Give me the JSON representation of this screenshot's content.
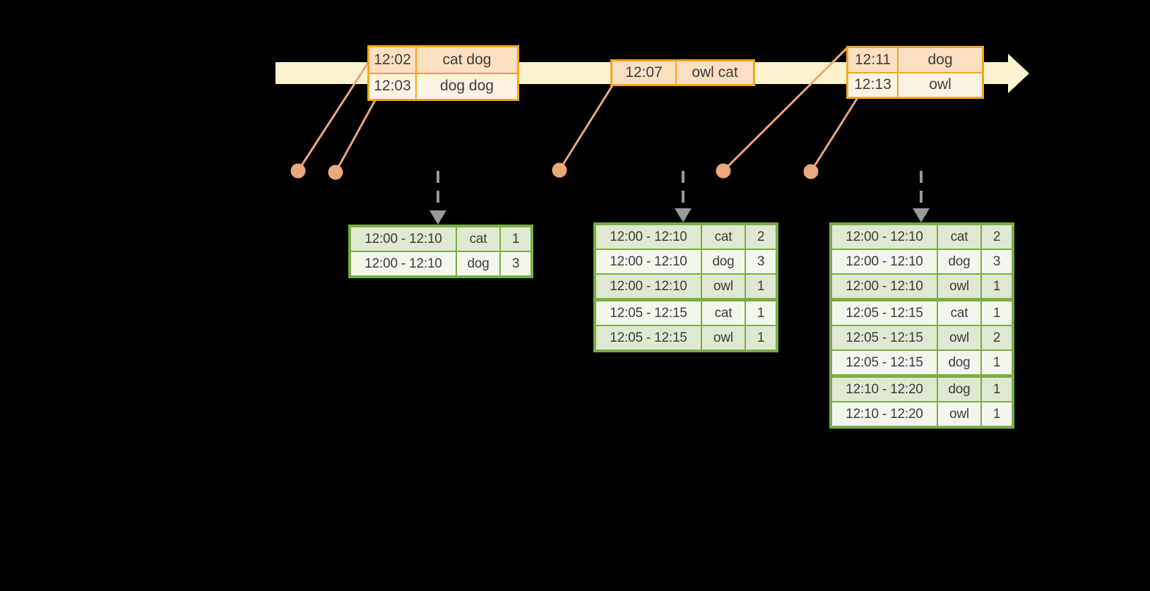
{
  "timeline": {
    "event_groups": [
      {
        "events": [
          {
            "time": "12:02",
            "words": "cat dog"
          },
          {
            "time": "12:03",
            "words": "dog dog"
          }
        ]
      },
      {
        "events": [
          {
            "time": "12:07",
            "words": "owl cat"
          }
        ]
      },
      {
        "events": [
          {
            "time": "12:11",
            "words": "dog"
          },
          {
            "time": "12:13",
            "words": "owl"
          }
        ]
      }
    ]
  },
  "result_tables": [
    {
      "rows": [
        {
          "window": "12:00 - 12:10",
          "word": "cat",
          "count": "1"
        },
        {
          "window": "12:00 - 12:10",
          "word": "dog",
          "count": "3"
        }
      ]
    },
    {
      "rows": [
        {
          "window": "12:00 - 12:10",
          "word": "cat",
          "count": "2"
        },
        {
          "window": "12:00 - 12:10",
          "word": "dog",
          "count": "3"
        },
        {
          "window": "12:00 - 12:10",
          "word": "owl",
          "count": "1"
        },
        {
          "window": "12:05 - 12:15",
          "word": "cat",
          "count": "1"
        },
        {
          "window": "12:05 - 12:15",
          "word": "owl",
          "count": "1"
        }
      ]
    },
    {
      "rows": [
        {
          "window": "12:00 - 12:10",
          "word": "cat",
          "count": "2"
        },
        {
          "window": "12:00 - 12:10",
          "word": "dog",
          "count": "3"
        },
        {
          "window": "12:00 - 12:10",
          "word": "owl",
          "count": "1"
        },
        {
          "window": "12:05 - 12:15",
          "word": "cat",
          "count": "1"
        },
        {
          "window": "12:05 - 12:15",
          "word": "owl",
          "count": "2"
        },
        {
          "window": "12:05 - 12:15",
          "word": "dog",
          "count": "1"
        },
        {
          "window": "12:10 - 12:20",
          "word": "dog",
          "count": "1"
        },
        {
          "window": "12:10 - 12:20",
          "word": "owl",
          "count": "1"
        }
      ]
    }
  ],
  "colors": {
    "background": "#000000",
    "timeline_band": "#fcf2cd",
    "event_border": "#f0a81c",
    "event_fill_dark": "#fbdfc0",
    "event_fill_light": "#fdf3e3",
    "connector": "#eba87c",
    "trigger_arrow": "#999999",
    "table_border": "#79ae43",
    "table_row_dark": "#dfe9d2",
    "table_row_light": "#f3f6ed",
    "text": "#3d3d3d"
  }
}
